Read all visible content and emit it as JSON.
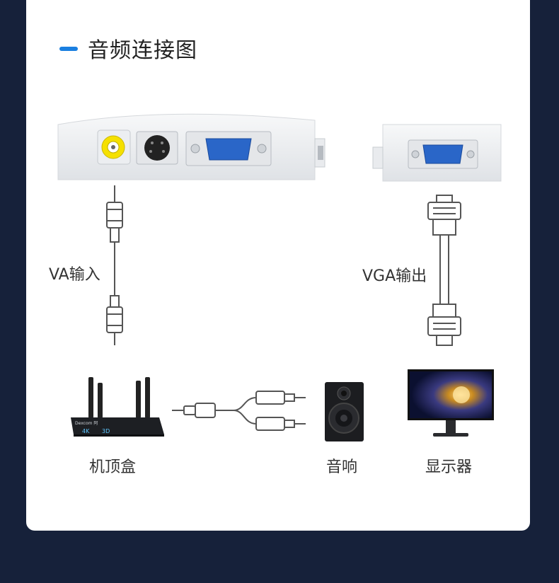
{
  "title": "音频连接图",
  "labels": {
    "input": "VA输入",
    "output": "VGA输出",
    "set_top_box": "机顶盒",
    "speaker": "音响",
    "monitor": "显示器"
  },
  "device_text": {
    "box_brand": "Dexcom 阿",
    "box_4k": "4K",
    "box_3d": "3D"
  },
  "colors": {
    "background": "#16213a",
    "card": "#ffffff",
    "accent": "#1a7fe0",
    "rca_yellow": "#f5e000",
    "vga_blue": "#2a66c8"
  },
  "icons": [
    "rca-jack-icon",
    "svideo-jack-icon",
    "vga-port-icon",
    "rca-plug-icon",
    "vga-plug-icon",
    "audio-plug-icon"
  ]
}
